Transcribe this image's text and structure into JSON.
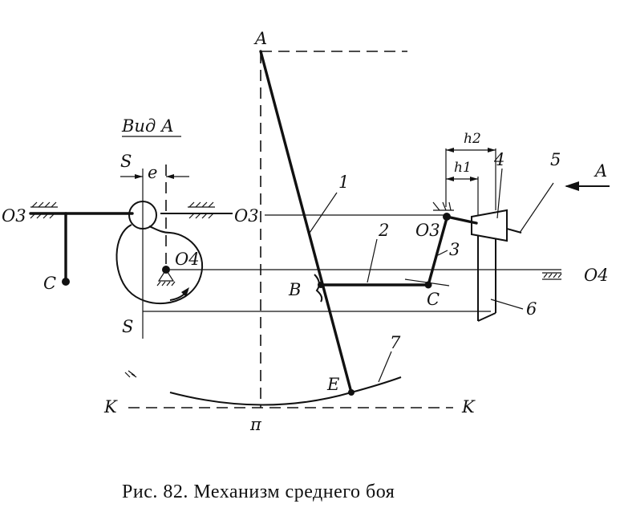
{
  "labels": {
    "A_top": "A",
    "vid_a": "Вид А",
    "S_top": "S",
    "e": "e",
    "O3_left": "O3",
    "O3_mid": "O3",
    "O3_right": "O3",
    "O4_center": "O4",
    "O4_right": "O4",
    "C_left": "C",
    "C_right": "C",
    "S_bottom": "S",
    "B": "B",
    "E": "E",
    "K_left": "K",
    "K_right": "K",
    "pi": "π",
    "h1": "h1",
    "h2": "h2",
    "A_arrow": "A",
    "n1": "1",
    "n2": "2",
    "n3": "3",
    "n4": "4",
    "n5": "5",
    "n6": "6",
    "n7": "7"
  },
  "caption": "Рис. 82. Механизм среднего боя"
}
